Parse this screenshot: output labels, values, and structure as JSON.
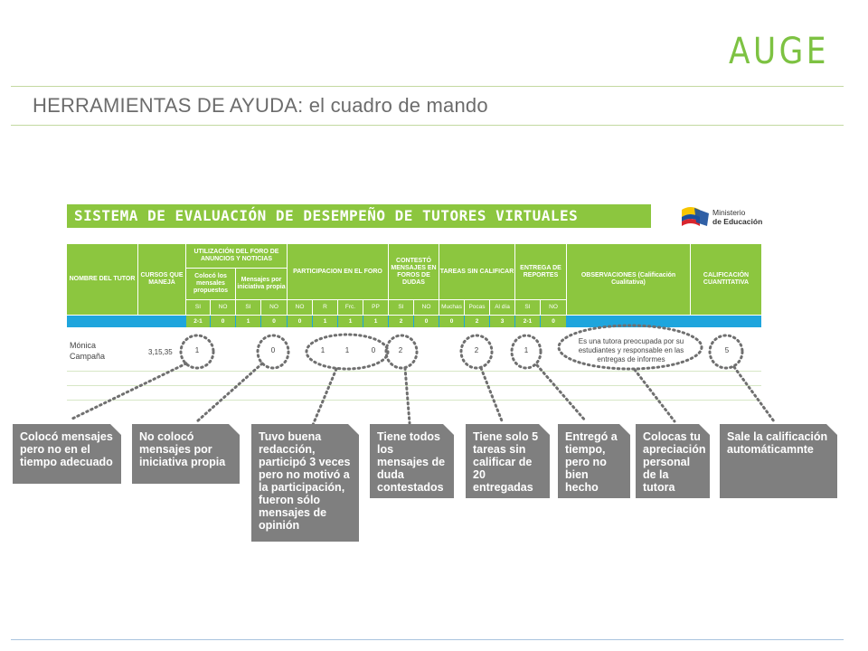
{
  "brand": {
    "logo_text": "AUGE",
    "logo_color": "#7dc242"
  },
  "slide": {
    "title_main": "HERRAMIENTAS DE AYUDA",
    "title_rest": ": el cuadro de mando"
  },
  "table": {
    "banner": "SISTEMA DE EVALUACIÓN DE DESEMPEÑO DE TUTORES VIRTUALES",
    "ministry_line1": "Ministerio",
    "ministry_line2": "de Educación",
    "headers": {
      "nombre": "NOMBRE DEL TUTOR",
      "cursos": "CURSOS QUE MANEJA",
      "foro_group": "UTILIZACIÓN DEL FORO DE ANUNCIOS Y NOTICIAS",
      "foro_sub1": "Colocó los mensales propuestos",
      "foro_sub2": "Mensajes por iniciativa propia",
      "participacion": "PARTICIPACION EN EL FORO",
      "contesto": "CONTESTÓ MENSAJES EN FOROS DE DUDAS",
      "tareas": "TAREAS SIN CALIFICAR",
      "entrega": "ENTREGA DE REPORTES",
      "observaciones": "OBSERVACIONES (Calificación Cualitativa)",
      "calificacion": "CALIFICACIÓN CUANTITATIVA"
    },
    "sub_headers": [
      "SI",
      "NO",
      "SI",
      "NO",
      "NO",
      "R",
      "Frc.",
      "PP",
      "SI",
      "NO",
      "Muchas",
      "Pocas",
      "Al día",
      "SI",
      "NO"
    ],
    "codes": [
      "2-1",
      "0",
      "1",
      "0",
      "0",
      "1",
      "1",
      "1",
      "2",
      "0",
      "0",
      "2",
      "3",
      "2-1",
      "0"
    ],
    "row": {
      "nombre": "Mónica Campaña",
      "cursos": "3,15,35",
      "v_foro1": "1",
      "v_foro2": "0",
      "v_part1": "1",
      "v_part2": "1",
      "v_part3": "0",
      "v_contesto": "2",
      "v_tareas": "2",
      "v_entrega": "1",
      "observacion": "Es una tutora preocupada por su estudiantes y responsable en las entregas de informes",
      "calificacion": "5"
    }
  },
  "callouts": [
    {
      "text": "Colocó mensajes pero no en el tiempo adecuado"
    },
    {
      "text": "No colocó mensajes por iniciativa propia"
    },
    {
      "text": "Tuvo buena redacción, participó 3 veces pero no motivó a la participación, fueron sólo mensajes de opinión"
    },
    {
      "text": "Tiene todos los mensajes de duda contestados"
    },
    {
      "text": "Tiene solo 5 tareas sin calificar de 20 entregadas"
    },
    {
      "text": "Entregó a tiempo, pero no bien hecho"
    },
    {
      "text": "Colocas tu apreciación personal de la tutora"
    },
    {
      "text": "Sale la calificación automáticamnte"
    }
  ]
}
